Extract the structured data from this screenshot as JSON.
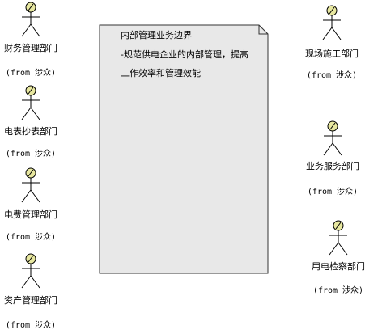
{
  "colors": {
    "actor_head_fill": "#e8e8a0",
    "actor_stroke": "#000000",
    "note_fill": "#e8e8e8",
    "note_stroke": "#333333"
  },
  "icons": {
    "actor": "stick-figure-actor-icon"
  },
  "note": {
    "line1": "内部管理业务边界",
    "line2": "-规范供电企业的内部管理，提高",
    "line3": "工作效率和管理效能"
  },
  "actors": [
    {
      "name": "财务管理部门",
      "from": "(from 涉众)"
    },
    {
      "name": "电表抄表部门",
      "from": "(from 涉众)"
    },
    {
      "name": "电费管理部门",
      "from": "(from 涉众)"
    },
    {
      "name": "资产管理部门",
      "from": "(from 涉众)"
    },
    {
      "name": "现场施工部门",
      "from": "(from 涉众)"
    },
    {
      "name": "业务服务部门",
      "from": "(from 涉众)"
    },
    {
      "name": "用电检察部门",
      "from": "(from 涉众)"
    }
  ]
}
